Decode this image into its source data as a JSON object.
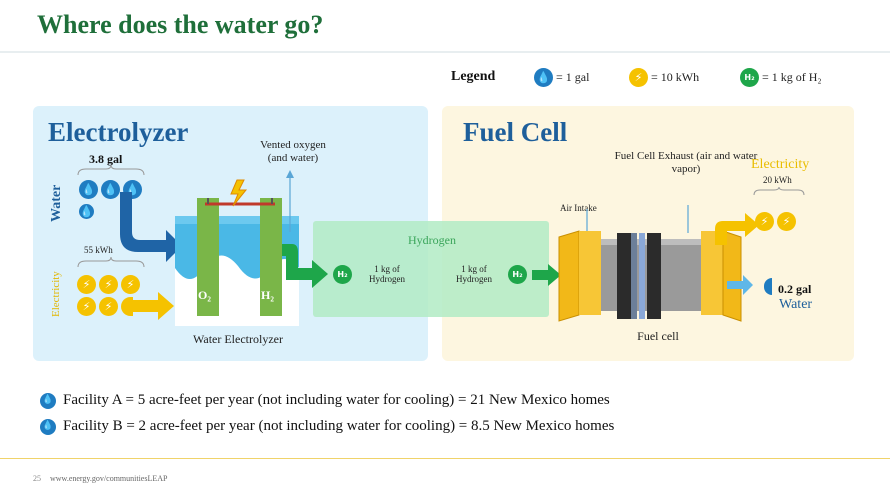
{
  "title": "Where does the water go?",
  "legend": {
    "heading": "Legend",
    "items": [
      {
        "icon": "water-drop-icon",
        "text": "= 1 gal"
      },
      {
        "icon": "electricity-icon",
        "text": "= 10 kWh"
      },
      {
        "icon": "hydrogen-icon",
        "icon_text": "H₂",
        "text": "= 1 kg of H₂"
      }
    ]
  },
  "electrolyzer": {
    "heading": "Electrolyzer",
    "water_label": "Water",
    "water_amount": "3.8 gal",
    "electricity_label": "Electricity",
    "electricity_amount": "55 kWh",
    "vented_label": "Vented oxygen (and water)",
    "o2_label": "O₂",
    "h2_label": "H₂",
    "caption": "Water Electrolyzer",
    "output_hydrogen": "1 kg of Hydrogen"
  },
  "hydrogen_band": {
    "label": "Hydrogen",
    "input_hydrogen": "1 kg of Hydrogen"
  },
  "fuel_cell": {
    "heading": "Fuel Cell",
    "exhaust_label": "Fuel Cell Exhaust (air and water vapor)",
    "air_intake": "Air Intake",
    "electricity_label": "Electricity",
    "electricity_amount": "20 kWh",
    "water_amount": "0.2 gal",
    "water_label": "Water",
    "caption": "Fuel cell"
  },
  "facilities": [
    "Facility A = 5 acre-feet per year (not including water for cooling) = 21 New Mexico homes",
    "Facility B = 2 acre-feet per year (not including water for cooling) = 8.5 New Mexico homes"
  ],
  "footer": {
    "page_number": "25",
    "url": "www.energy.gov/communitiesLEAP"
  },
  "colors": {
    "title_green": "#1f6f3a",
    "heading_blue": "#1e5f9b",
    "water_blue": "#1f7cc1",
    "electric_yellow": "#f5c200",
    "hydrogen_green": "#1ea64a"
  }
}
